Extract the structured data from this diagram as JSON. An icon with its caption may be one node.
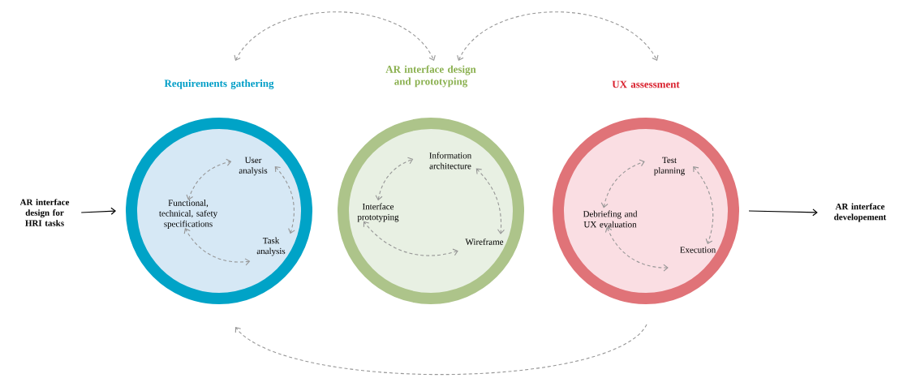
{
  "diagram": {
    "nodes": [
      {
        "text": [
          "AR interface design for HRI tasks"
        ]
      },
      {
        "text": [
          "Requirements gathering"
        ]
      },
      {
        "text": [
          "User analysis"
        ],
        "in": 1
      },
      {
        "text": [
          "Task analysis"
        ],
        "in": 1
      },
      {
        "text": [
          "Functional, technical, safety specifications"
        ],
        "in": 1
      },
      {
        "text": [
          "AR interface design and prototyping"
        ]
      },
      {
        "text": [
          "Information architecture"
        ],
        "in": 5
      },
      {
        "text": [
          "Wireframe"
        ],
        "in": 5
      },
      {
        "text": [
          "Interface prototyping"
        ],
        "in": 5
      },
      {
        "text": [
          "UX assessment"
        ]
      },
      {
        "text": [
          "Test planning"
        ],
        "in": 9
      },
      {
        "text": [
          "Execution"
        ],
        "in": 9
      },
      {
        "text": [
          "Debriefing and UX evaluation"
        ],
        "in": 9
      },
      {
        "text": [
          "AR interface developement"
        ]
      }
    ],
    "edges": [
      {
        "from": 0,
        "to": 1,
        "arrow": "to",
        "color": "#000000"
      },
      {
        "from": 9,
        "to": 13,
        "arrow": "to",
        "color": "#000000"
      },
      {
        "from": 1,
        "to": 5,
        "arrow": "both",
        "style": "dashed"
      },
      {
        "from": 5,
        "to": 9,
        "arrow": "both",
        "style": "dashed"
      },
      {
        "from": 9,
        "to": 1,
        "arrow": "to",
        "style": "dashed"
      },
      {
        "from": 4,
        "to": 2,
        "arrow": "both",
        "style": "dashed"
      },
      {
        "from": 2,
        "to": 3,
        "arrow": "both",
        "style": "dashed"
      },
      {
        "from": 3,
        "to": 4,
        "arrow": "both",
        "style": "dashed"
      },
      {
        "from": 8,
        "to": 6,
        "arrow": "both",
        "style": "dashed"
      },
      {
        "from": 6,
        "to": 7,
        "arrow": "both",
        "style": "dashed"
      },
      {
        "from": 7,
        "to": 8,
        "arrow": "both",
        "style": "dashed"
      },
      {
        "from": 12,
        "to": 10,
        "arrow": "both",
        "style": "dashed"
      },
      {
        "from": 10,
        "to": 11,
        "arrow": "both",
        "style": "dashed"
      },
      {
        "from": 11,
        "to": 12,
        "arrow": "both",
        "style": "dashed"
      }
    ]
  }
}
